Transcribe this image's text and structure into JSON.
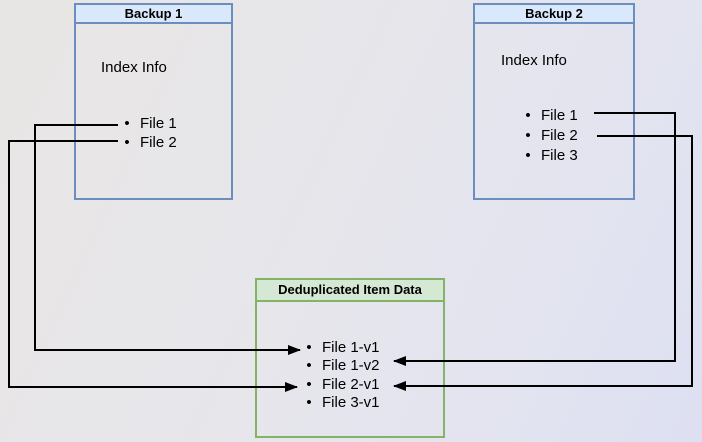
{
  "diagram": {
    "type": "backup-deduplication-diagram",
    "glyphs": {
      "bullet": "•"
    },
    "colors": {
      "blue_box_border": "#6c8ebf",
      "blue_header_fill": "#dae8fc",
      "green_box_border": "#82b366",
      "green_header_fill": "#d5e8d4",
      "connector": "#000000",
      "text": "#000000",
      "background_left": "#e8e6e4",
      "background_right": "#dde0f2"
    },
    "boxes": {
      "backup1": {
        "title": "Backup 1",
        "index_label": "Index Info",
        "files": [
          "File 1",
          "File 2"
        ]
      },
      "backup2": {
        "title": "Backup 2",
        "index_label": "Index Info",
        "files": [
          "File 1",
          "File 2",
          "File 3"
        ]
      },
      "dedup": {
        "title": "Deduplicated Item Data",
        "items": [
          "File 1-v1",
          "File 1-v2",
          "File 2-v1",
          "File 3-v1"
        ]
      }
    },
    "connections": [
      {
        "from": "Backup 1: File 1",
        "to": "File 1-v1"
      },
      {
        "from": "Backup 1: File 2",
        "to": "File 2-v1"
      },
      {
        "from": "Backup 2: File 1",
        "to": "File 1-v2"
      },
      {
        "from": "Backup 2: File 2",
        "to": "File 2-v1"
      }
    ]
  }
}
